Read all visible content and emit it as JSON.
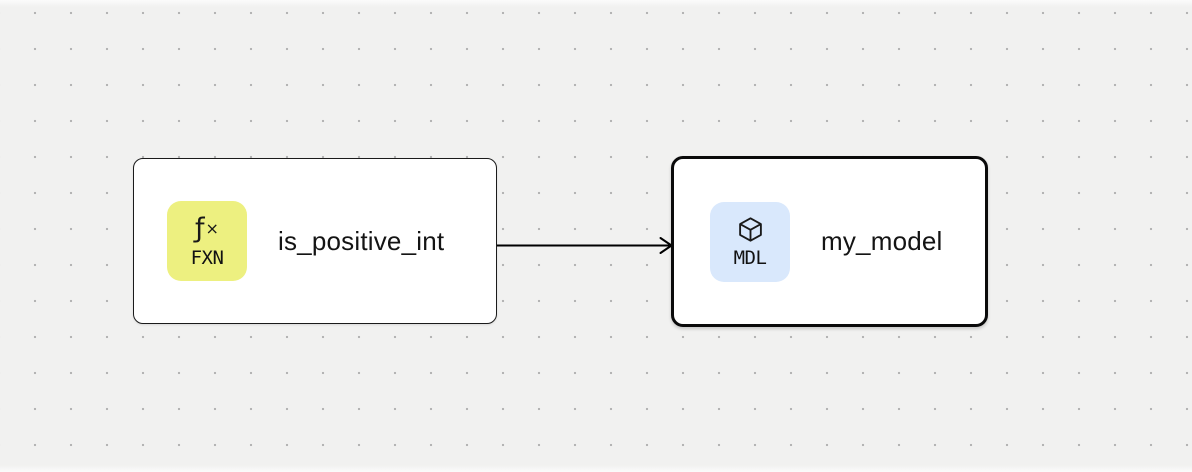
{
  "canvas": {
    "background_color": "#f1f1f0",
    "dot_color": "#b3b3b3"
  },
  "nodes": [
    {
      "id": "fxn-node",
      "label": "is_positive_int",
      "type_label": "FXN",
      "icon": "function-icon",
      "icon_glyph_main": "ƒ",
      "icon_glyph_sub": "×",
      "badge_color": "#edf080",
      "selected": false
    },
    {
      "id": "mdl-node",
      "label": "my_model",
      "type_label": "MDL",
      "icon": "cube-icon",
      "badge_color": "#d9e8fc",
      "selected": true
    }
  ],
  "edges": [
    {
      "from": "is_positive_int",
      "to": "my_model",
      "color": "#000000"
    }
  ]
}
